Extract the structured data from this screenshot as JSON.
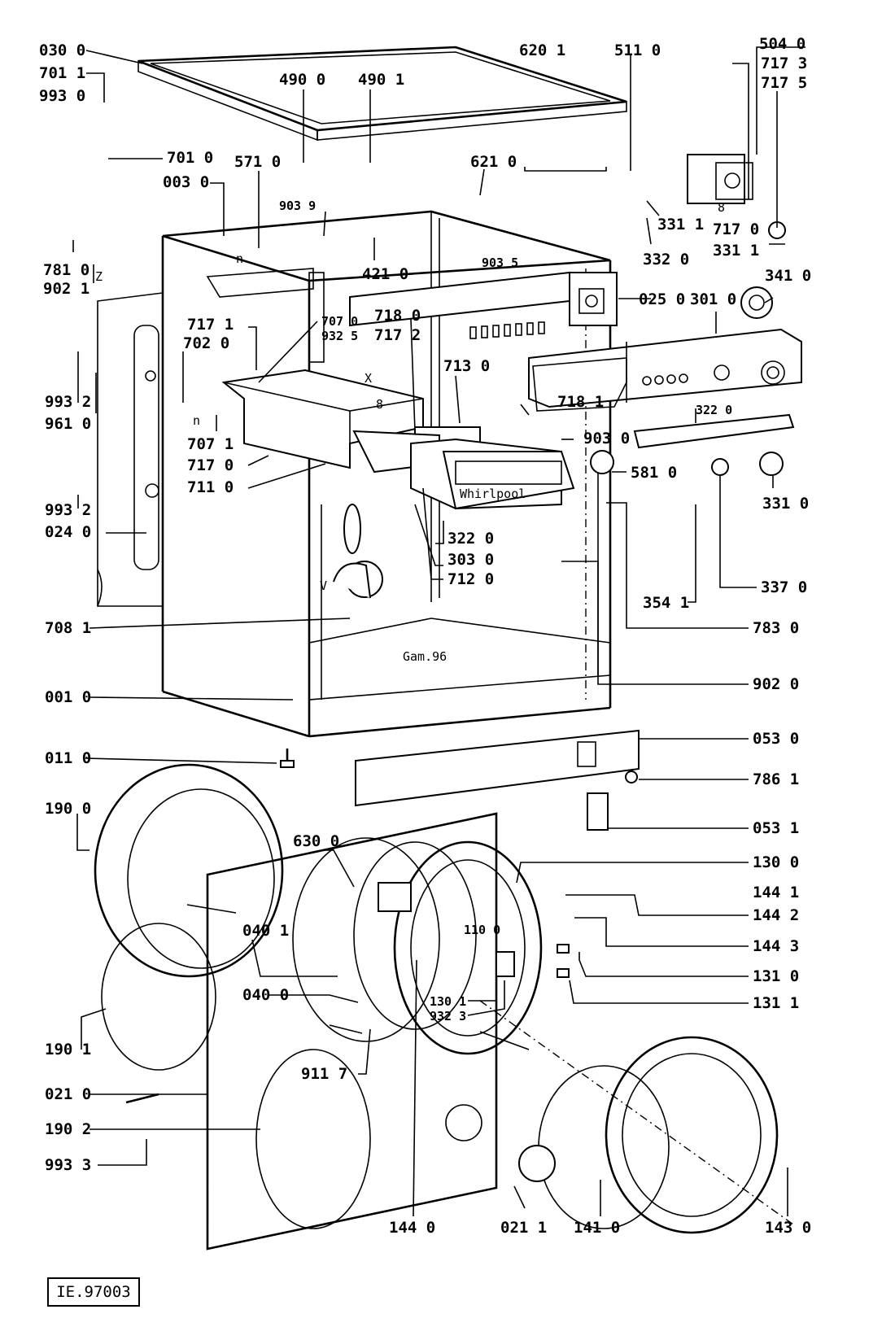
{
  "labels": {
    "l030_0": "030 0",
    "l701_1": "701 1",
    "l993_0": "993 0",
    "l701_0": "701 0",
    "l003_0": "003 0",
    "l571_0": "571 0",
    "l490_0": "490 0",
    "l490_1": "490 1",
    "l903_9": "903 9",
    "l421_0": "421 0",
    "l621_0": "621 0",
    "l620_1": "620 1",
    "l511_0": "511 0",
    "l504_0": "504 0",
    "l717_3": "717 3",
    "l717_5": "717 5",
    "l331_1a": "331 1",
    "l332_0": "332 0",
    "l717_0b": "717 0",
    "l331_1b": "331 1",
    "l903_5": "903 5",
    "l341_0": "341 0",
    "l025_0": "025 0",
    "l301_0": "301 0",
    "l781_0": "781 0",
    "l902_1": "902 1",
    "l717_1": "717 1",
    "l707_0": "707 0",
    "l932_5": "932 5",
    "l718_0": "718 0",
    "l717_2": "717 2",
    "l702_0": "702 0",
    "l993_2a": "993 2",
    "l961_0": "961 0",
    "l713_0": "713 0",
    "l718_1": "718 1",
    "l707_1": "707 1",
    "l717_0": "717 0",
    "l711_0": "711 0",
    "l322_0a": "322 0",
    "l903_0": "903 0",
    "l581_0": "581 0",
    "l331_0": "331 0",
    "l993_2b": "993 2",
    "l024_0": "024 0",
    "l322_0b": "322 0",
    "l303_0": "303 0",
    "l712_0": "712 0",
    "l354_1": "354 1",
    "l337_0": "337 0",
    "l708_1": "708 1",
    "l783_0": "783 0",
    "l902_0": "902 0",
    "l001_0": "001 0",
    "l053_0": "053 0",
    "l011_0": "011 0",
    "l786_1": "786 1",
    "l190_0": "190 0",
    "l053_1": "053 1",
    "l630_0": "630 0",
    "l130_0": "130 0",
    "l144_1": "144 1",
    "l040_1": "040 1",
    "l110_0": "110 0",
    "l144_2": "144 2",
    "l144_3": "144 3",
    "l131_0": "131 0",
    "l130_1": "130 1",
    "l932_3": "932 3",
    "l131_1": "131 1",
    "l040_0": "040 0",
    "l190_1": "190 1",
    "l021_0": "021 0",
    "l911_7": "911 7",
    "l190_2": "190 2",
    "l993_3": "993 3",
    "l144_0": "144 0",
    "l021_1": "021 1",
    "l141_0": "141 0",
    "l143_0": "143 0"
  },
  "marks": {
    "n1": "n",
    "n2": "n",
    "z": "Z",
    "x": "X",
    "v": "V",
    "eight1": "8",
    "eight2": "8",
    "gam": "Gam.96",
    "brand": "Whirlpool"
  },
  "reference": "IE.97003"
}
